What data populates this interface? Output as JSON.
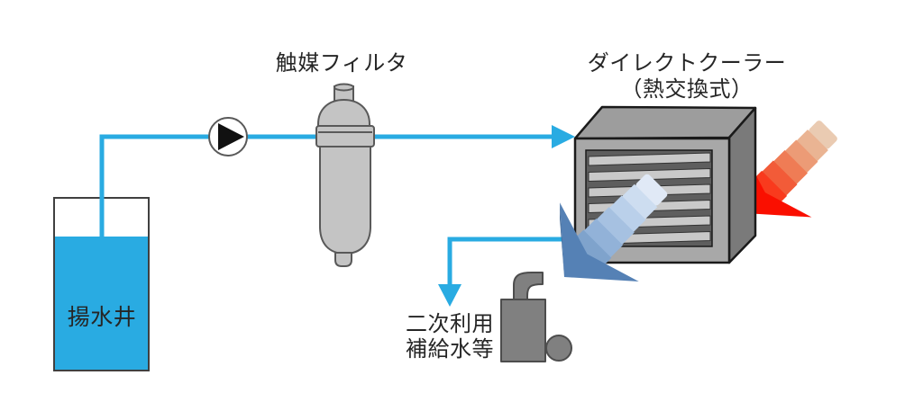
{
  "diagram": {
    "type": "process-flow-diagram",
    "well": {
      "label": "揚水井"
    },
    "filter": {
      "label": "触媒フィルタ"
    },
    "cooler": {
      "label_line1": "ダイレクトクーラー",
      "label_line2": "（熱交換式）"
    },
    "secondary_use": {
      "label_line1": "二次利用",
      "label_line2": "補給水等"
    },
    "colors": {
      "water": "#29ABE2",
      "hot_air": "#FA0F00",
      "cold_air": "#5581B5",
      "cooler_front": "#A8A8A8",
      "cooler_top": "#9D9D9D",
      "cooler_side": "#7A7A7A",
      "filter_body": "#C4C4C4",
      "pump_gray": "#808080",
      "outline": "#404040"
    }
  }
}
